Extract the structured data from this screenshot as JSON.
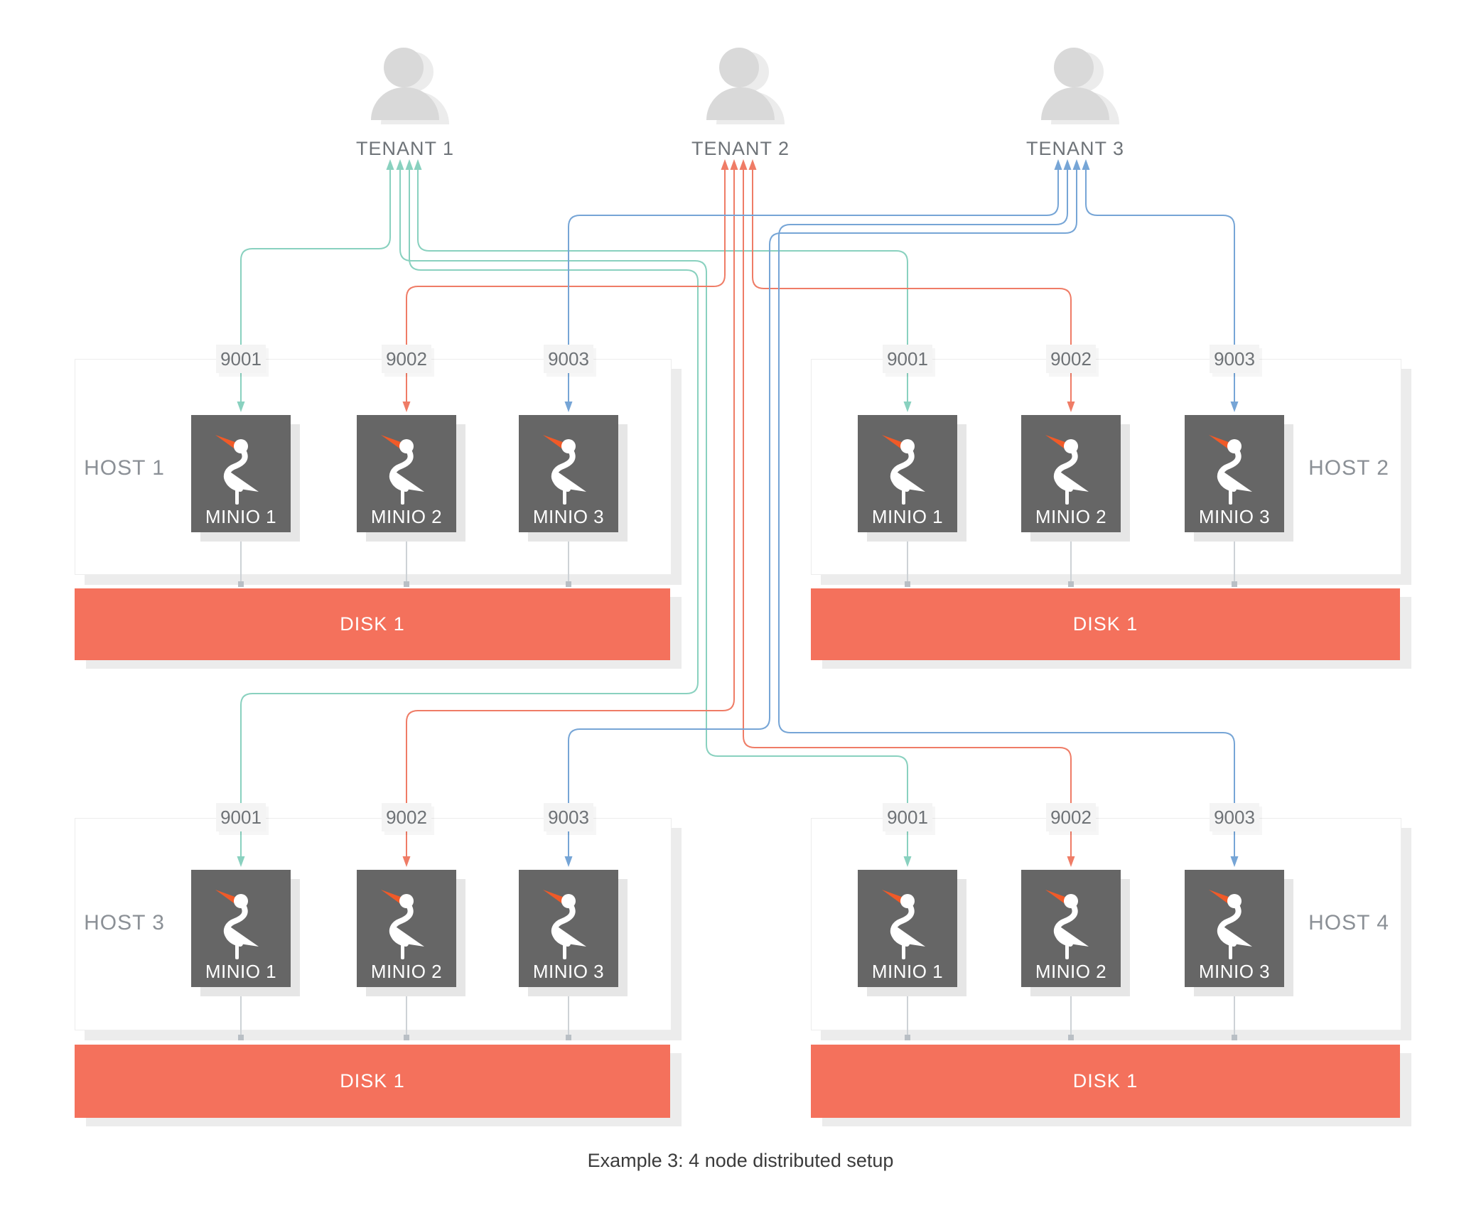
{
  "caption": "Example 3: 4 node distributed setup",
  "colors": {
    "teal": "#89d1bf",
    "red": "#ef7c66",
    "blue": "#76a5d6",
    "disk": "#f4715c",
    "minio": "#666666",
    "beak": "#f05a28",
    "shadow": "#ececec",
    "label_bg": "#f4f4f4"
  },
  "tenants": [
    {
      "label": "TENANT 1",
      "color": "#89d1bf"
    },
    {
      "label": "TENANT 2",
      "color": "#ef7c66"
    },
    {
      "label": "TENANT 3",
      "color": "#76a5d6"
    }
  ],
  "hosts": [
    {
      "label": "HOST 1",
      "disk_label": "DISK 1",
      "ports": [
        "9001",
        "9002",
        "9003"
      ],
      "minios": [
        "MINIO 1",
        "MINIO 2",
        "MINIO 3"
      ]
    },
    {
      "label": "HOST 2",
      "disk_label": "DISK 1",
      "ports": [
        "9001",
        "9002",
        "9003"
      ],
      "minios": [
        "MINIO 1",
        "MINIO 2",
        "MINIO 3"
      ]
    },
    {
      "label": "HOST 3",
      "disk_label": "DISK 1",
      "ports": [
        "9001",
        "9002",
        "9003"
      ],
      "minios": [
        "MINIO 1",
        "MINIO 2",
        "MINIO 3"
      ]
    },
    {
      "label": "HOST 4",
      "disk_label": "DISK 1",
      "ports": [
        "9001",
        "9002",
        "9003"
      ],
      "minios": [
        "MINIO 1",
        "MINIO 2",
        "MINIO 3"
      ]
    }
  ],
  "connections": [
    {
      "tenant": 0,
      "host": 0,
      "port": "9001"
    },
    {
      "tenant": 0,
      "host": 1,
      "port": "9001"
    },
    {
      "tenant": 0,
      "host": 2,
      "port": "9001"
    },
    {
      "tenant": 0,
      "host": 3,
      "port": "9001"
    },
    {
      "tenant": 1,
      "host": 0,
      "port": "9002"
    },
    {
      "tenant": 1,
      "host": 1,
      "port": "9002"
    },
    {
      "tenant": 1,
      "host": 2,
      "port": "9002"
    },
    {
      "tenant": 1,
      "host": 3,
      "port": "9002"
    },
    {
      "tenant": 2,
      "host": 0,
      "port": "9003"
    },
    {
      "tenant": 2,
      "host": 1,
      "port": "9003"
    },
    {
      "tenant": 2,
      "host": 2,
      "port": "9003"
    },
    {
      "tenant": 2,
      "host": 3,
      "port": "9003"
    }
  ]
}
